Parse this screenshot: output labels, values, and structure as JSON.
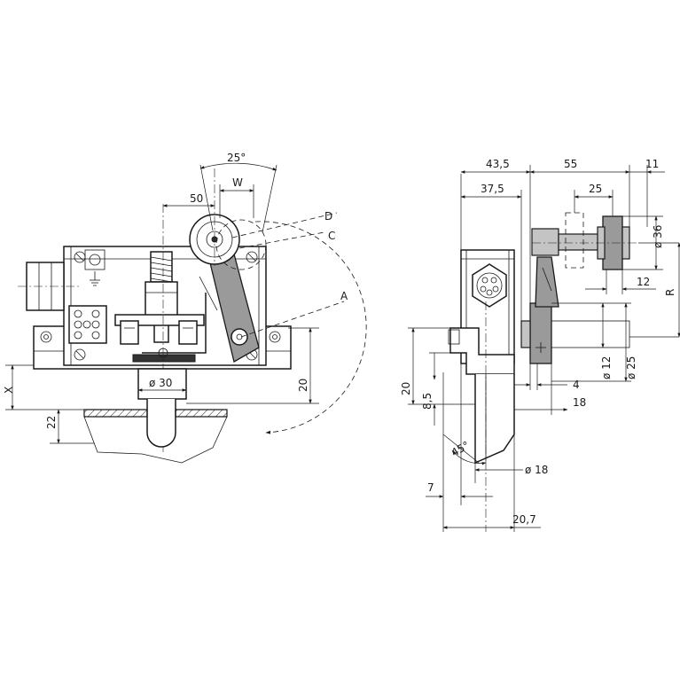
{
  "front_view": {
    "angle_label": "25°",
    "w_label": "W",
    "width_label": "50",
    "d_label": "D",
    "c_label": "C",
    "a_label": "A",
    "x_label": "X",
    "dim_20": "20",
    "dim_22": "22",
    "dia_30": "ø 30"
  },
  "side_view": {
    "dim_43_5": "43,5",
    "dim_55": "55",
    "dim_11": "11",
    "dim_37_5": "37,5",
    "dim_25": "25",
    "dia_36": "ø 36",
    "dim_12": "12",
    "r_label": "R",
    "dim_20": "20",
    "dim_8_5": "8,5",
    "dim_4": "4",
    "dia_12": "ø 12",
    "dia_25": "ø 25",
    "dim_18": "18",
    "angle_45": "45°",
    "dia_18": "ø 18",
    "dim_7": "7",
    "dim_20_7": "20,7"
  }
}
